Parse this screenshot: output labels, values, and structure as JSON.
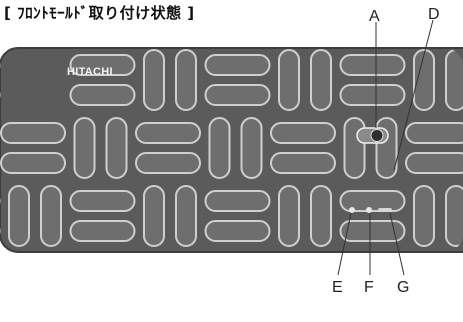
{
  "title": "[ ﾌﾛﾝﾄﾓｰﾙﾄﾞ取り付け状態 ]",
  "logo": "HITACHI",
  "callouts": {
    "A": "A",
    "D": "D",
    "E": "E",
    "F": "F",
    "G": "G"
  },
  "colors": {
    "panel": "#5b5b5b",
    "slot_fill": "#6e6e6e",
    "slot_ring": "#cfcfcf",
    "background": "#ffffff"
  }
}
